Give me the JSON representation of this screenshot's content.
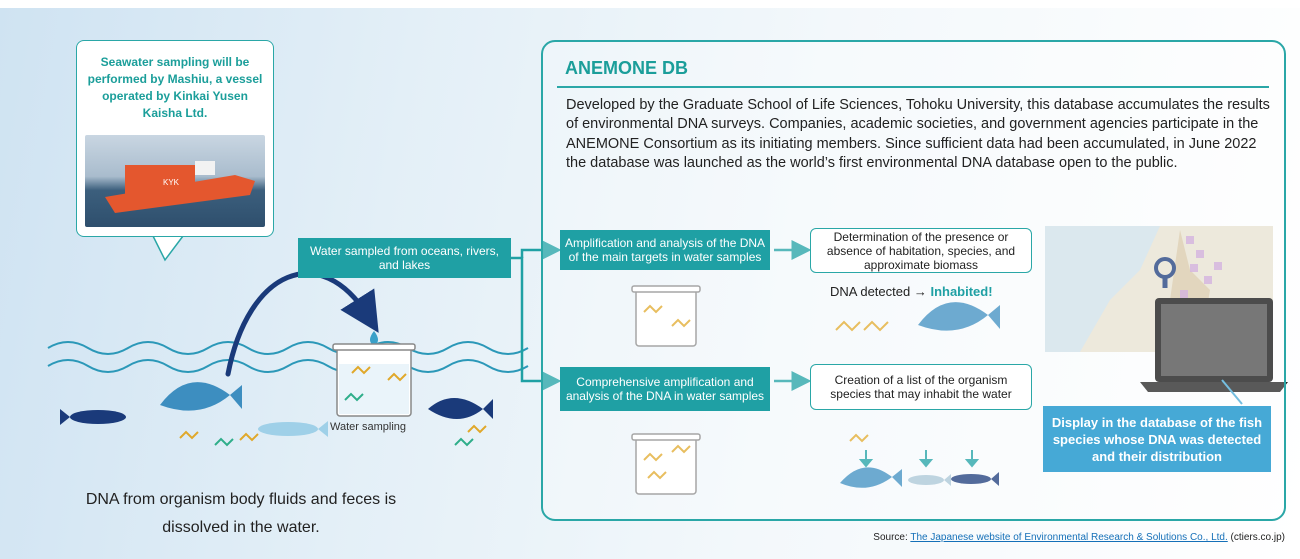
{
  "callout": {
    "text": "Seawater sampling will be performed by Mashiu, a vessel operated by Kinkai Yusen Kaisha Ltd.",
    "ship_mark": "KYK"
  },
  "sea": {
    "caption": "DNA from organism body fluids and feces is dissolved in the water.",
    "water_sampling_label": "Water sampling"
  },
  "flow": {
    "water_sampled": "Water sampled from oceans, rivers, and lakes",
    "amplification_targets": "Amplification and analysis of the DNA of the main targets in water samples",
    "comprehensive_amplification": "Comprehensive amplification and analysis of the DNA in water samples",
    "determination": "Determination of the presence or absence of habitation, species, and approximate biomass",
    "detected_prefix": "DNA detected → ",
    "detected_result": "Inhabited!",
    "creation_list": "Creation of a list of the organism species that may inhabit the water",
    "display_db": "Display in the database of the fish species whose DNA was detected and their distribution"
  },
  "db": {
    "title": "ANEMONE DB",
    "description": "Developed by the Graduate School of Life Sciences, Tohoku University, this database accumulates the results of environmental DNA surveys. Companies, academic societies, and government agencies participate in the ANEMONE Consortium as its initiating members. Since sufficient data had been accumulated, in June 2022 the database was launched as the world’s first environmental DNA database open to the public."
  },
  "source": {
    "prefix": "Source: ",
    "link_text": "The Japanese website of Environmental Research & Solutions Co., Ltd.",
    "suffix": " (ctiers.co.jp)"
  },
  "colors": {
    "teal": "#1fa0a4",
    "navy": "#1a3a7a",
    "fish_blue": "#3d8ec0",
    "display_blue": "#46a9d6"
  }
}
